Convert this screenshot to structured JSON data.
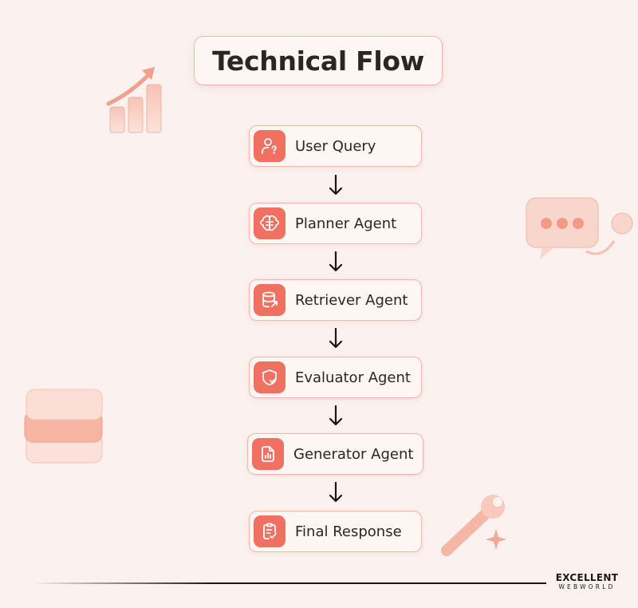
{
  "title": "Technical Flow",
  "flow": {
    "nodes": [
      {
        "label": "User Query",
        "icon": "user-question-icon"
      },
      {
        "label": "Planner Agent",
        "icon": "brain-icon"
      },
      {
        "label": "Retriever Agent",
        "icon": "database-icon"
      },
      {
        "label": "Evaluator Agent",
        "icon": "shield-check-icon"
      },
      {
        "label": "Generator Agent",
        "icon": "document-chart-icon"
      },
      {
        "label": "Final Response",
        "icon": "clipboard-check-icon"
      }
    ]
  },
  "brand": {
    "name": "EXCELLENT",
    "sub": "WEBWORLD"
  },
  "colors": {
    "accent": "#f07061",
    "background": "#fbf1ee",
    "border": "#f3b6a5"
  }
}
